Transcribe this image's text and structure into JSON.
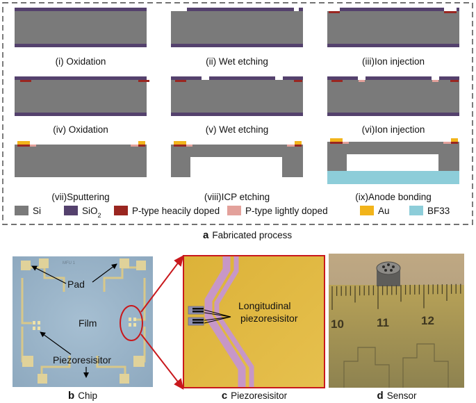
{
  "colors": {
    "si": "#7a7a7a",
    "sio2": "#54416d",
    "p_heavy": "#9a2620",
    "p_light": "#e3a19b",
    "au": "#f2b41a",
    "bf33": "#8dcdd9",
    "frame": "#444444",
    "callout": "#c8181c"
  },
  "steps": [
    {
      "label": "(i) Oxidation"
    },
    {
      "label": "(ii) Wet etching"
    },
    {
      "label": "(iii)Ion injection"
    },
    {
      "label": "(iv) Oxidation"
    },
    {
      "label": "(v) Wet etching"
    },
    {
      "label": "(vi)Ion injection"
    },
    {
      "label": "(vii)Sputtering"
    },
    {
      "label": "(viii)ICP etching"
    },
    {
      "label": "(ix)Anode bonding"
    }
  ],
  "legend": [
    {
      "label": "Si",
      "color": "#7a7a7a"
    },
    {
      "label": "SiO",
      "sub": "2",
      "color": "#54416d"
    },
    {
      "label": "P-type heacily doped",
      "color": "#9a2620"
    },
    {
      "label": "P-type lightly doped",
      "color": "#e3a19b"
    },
    {
      "label": "Au",
      "color": "#f2b41a"
    },
    {
      "label": "BF33",
      "color": "#8dcdd9"
    }
  ],
  "panels": {
    "a": {
      "tag": "a",
      "caption": "Fabricated process"
    },
    "b": {
      "tag": "b",
      "caption": "Chip",
      "chip_mark": "MFU 1",
      "labels": {
        "pad": "Pad",
        "film": "Film",
        "piezo": "Piezoresisitor"
      }
    },
    "c": {
      "tag": "c",
      "caption": "Piezoresisitor",
      "labels": {
        "line1": "Longitudinal",
        "line2": "piezoresisitor"
      }
    },
    "d": {
      "tag": "d",
      "caption": "Sensor",
      "ruler": [
        "10",
        "11",
        "12"
      ]
    }
  }
}
